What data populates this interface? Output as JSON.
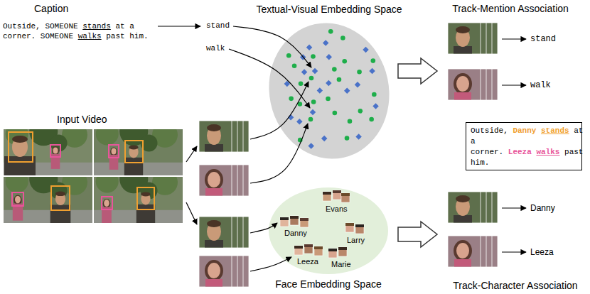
{
  "diagram": {
    "nodes": [
      {
        "text": [
          "Textual-Visual Embedding Space"
        ]
      },
      {
        "text": [
          "Face Embedding Space",
          "Evans",
          "Danny",
          "Larry",
          "Leeza",
          "Marie"
        ]
      },
      {
        "text": [
          "Outside,",
          "Danny",
          "stands",
          "at a corner.",
          "Leeza",
          "walks",
          "past him."
        ]
      }
    ],
    "labels": [
      "Caption",
      "Outside, SOMEONE",
      "stands",
      "at a corner. SOMEONE",
      "walks",
      "past him.",
      "Input Video",
      "stand",
      "walk",
      "Track-Mention Association",
      "stand",
      "walk",
      "Track-Character Association",
      "Danny",
      "Leeza"
    ]
  }
}
